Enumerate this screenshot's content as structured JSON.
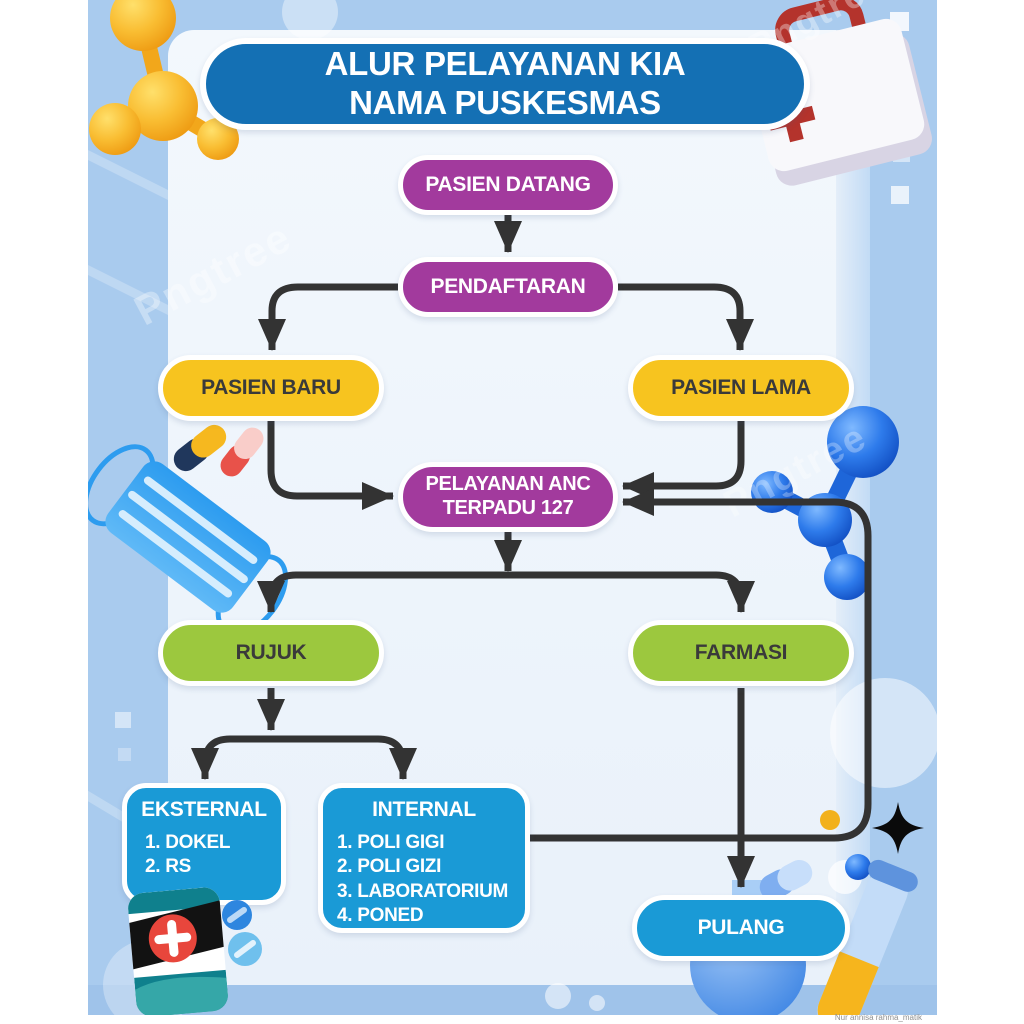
{
  "title": {
    "line1": "ALUR PELAYANAN KIA",
    "line2": "NAMA PUSKESMAS"
  },
  "nodes": {
    "pasien_datang": "PASIEN DATANG",
    "pendaftaran": "PENDAFTARAN",
    "pasien_baru": "PASIEN BARU",
    "pasien_lama": "PASIEN LAMA",
    "pelayanan_line1": "PELAYANAN ANC",
    "pelayanan_line2": "TERPADU 127",
    "rujuk": "RUJUK",
    "farmasi": "FARMASI",
    "eksternal_title": "EKSTERNAL",
    "eksternal_items": [
      "1. DOKEL",
      "2. RS"
    ],
    "internal_title": "INTERNAL",
    "internal_items": [
      "1. POLI GIGI",
      "2. POLI GIZI",
      "3. LABORATORIUM",
      "4. PONED"
    ],
    "pulang": "PULANG"
  },
  "watermark": "Pngtree",
  "credit": "Nur annisa rahma_matik",
  "colors": {
    "bg": "#a9cbee",
    "panel": "#eff5fb",
    "title_bg": "#1470b4",
    "purple": "#a23a9d",
    "yellow": "#f7c41f",
    "green": "#9cc83e",
    "blue": "#1a9ad6",
    "arrow": "#333333",
    "dark_text": "#3a3a3a",
    "light_text": "#ffffff"
  }
}
